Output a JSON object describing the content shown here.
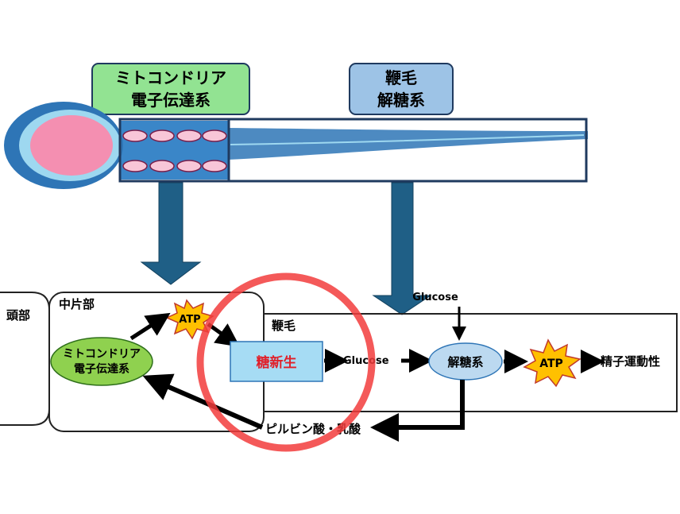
{
  "labels": {
    "mito_box_line1": "ミトコンドリア",
    "mito_box_line2": "電子伝達系",
    "flag_box_line1": "鞭毛",
    "flag_box_line2": "解糖系",
    "head": "頭部",
    "midpiece": "中片部",
    "flagellum": "鞭毛",
    "atp_small": "ATP",
    "mito_ellipse_line1": "ミトコンドリア",
    "mito_ellipse_line2": "電子伝達系",
    "gluconeogenesis": "糖新生",
    "glucose_mid": "Glucose",
    "glucose_top": "Glucose",
    "glycolysis": "解糖系",
    "atp_large": "ATP",
    "motility": "精子運動性",
    "pyruvate_lactate": "ピルビン酸・乳酸"
  },
  "colors": {
    "green_box": "#92e392",
    "blue_box": "#9dc3e6",
    "dark_navy": "#1f3a5f",
    "arrow_blue": "#1f5f86",
    "sperm_outer": "#2e75b6",
    "sperm_light": "#9ed8f0",
    "sperm_head": "#f48fb1",
    "mito_green": "#8fd14f",
    "gluco_box": "#a6dcf4",
    "gluco_text": "#e0202a",
    "glyco_ellipse": "#bcd9f0",
    "atp_yellow": "#ffc000",
    "red_circle": "#f23c3c"
  }
}
